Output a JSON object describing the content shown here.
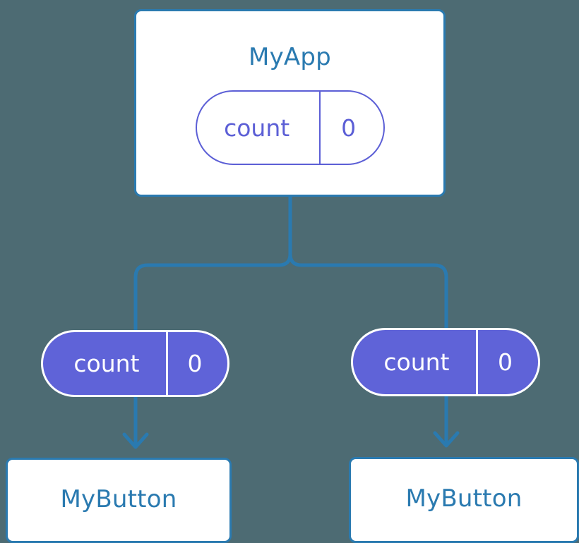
{
  "diagram": {
    "background_color": "#4d6b73",
    "edge_color": "#2a7ab0",
    "component_border_color": "#2a7ab0",
    "component_text_color": "#2a7ab0",
    "state_outline_color": "#5c5fd6",
    "state_fill_color": "#5f63d8",
    "state_text_color": "#ffffff"
  },
  "nodes": {
    "root": {
      "title": "MyApp",
      "state": {
        "key": "count",
        "value": "0"
      }
    },
    "children": [
      {
        "title": "MyButton",
        "props": {
          "key": "count",
          "value": "0"
        }
      },
      {
        "title": "MyButton",
        "props": {
          "key": "count",
          "value": "0"
        }
      }
    ]
  }
}
